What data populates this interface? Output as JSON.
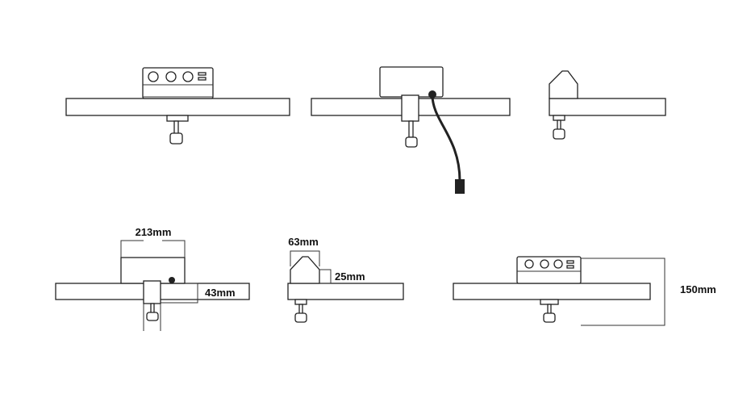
{
  "dimensions": {
    "width": "213mm",
    "desk_thickness": "43mm",
    "compact_width": "63mm",
    "compact_height": "25mm",
    "total_height": "150mm"
  }
}
